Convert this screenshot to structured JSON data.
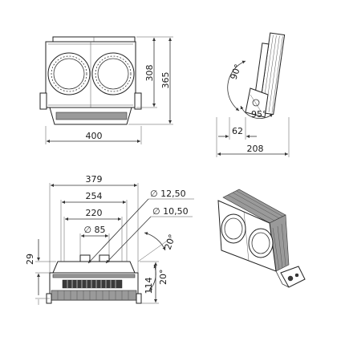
{
  "dimensions": {
    "front_width": "400",
    "front_height_inner": "308",
    "front_height_outer": "365",
    "side_angle_top": "90°",
    "side_angle_bottom": "95°",
    "side_offset": "62",
    "side_depth": "208",
    "bottom_width_outer": "379",
    "bottom_width_mid": "254",
    "bottom_width_inner": "220",
    "hole_diameter": "∅ 85",
    "diameter_large": "∅ 12,50",
    "diameter_small": "∅ 10,50",
    "angle_right_top": "20°",
    "angle_right_bottom": "20°",
    "left_height": "29",
    "right_height": "114"
  },
  "colors": {
    "line": "#333333",
    "fill_gray": "#9a9a9a",
    "fill_dark": "#3a3a3a"
  }
}
